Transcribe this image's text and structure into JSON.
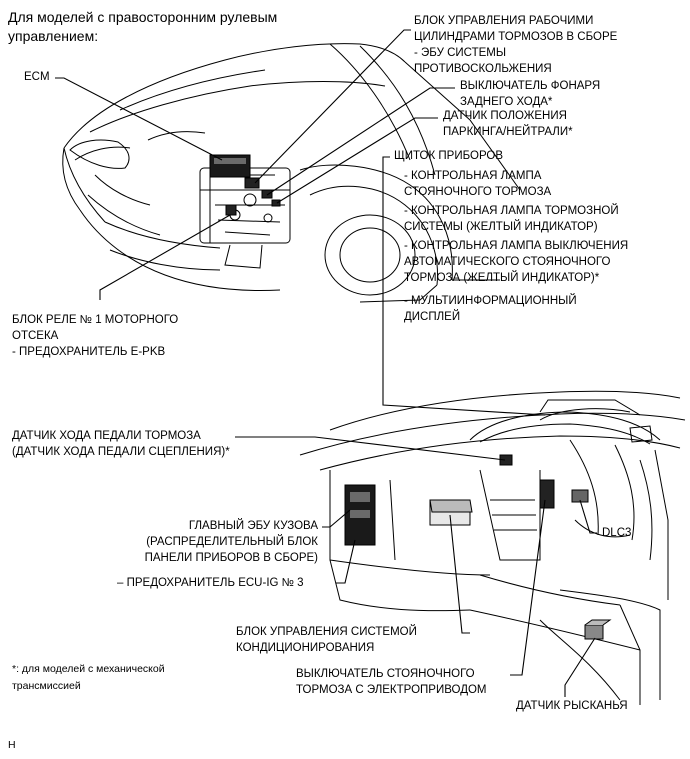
{
  "header": {
    "line1": "Для моделей с правосторонним рулевым",
    "line2": "управлением:"
  },
  "labels": {
    "ecm": "ECM",
    "brake_actuator": [
      "БЛОК УПРАВЛЕНИЯ РАБОЧИМИ",
      "ЦИЛИНДРАМИ ТОРМОЗОВ В СБОРЕ",
      "- ЭБУ СИСТЕМЫ",
      "ПРОТИВОСКОЛЬЖЕНИЯ"
    ],
    "backup_light_switch": [
      "ВЫКЛЮЧАТЕЛЬ ФОНАРЯ",
      "ЗАДНЕГО ХОДА*"
    ],
    "park_neutral_sensor": [
      "ДАТЧИК ПОЛОЖЕНИЯ",
      "ПАРКИНГА/НЕЙТРАЛИ*"
    ],
    "combination_meter": [
      "ЩИТОК ПРИБОРОВ",
      "- КОНТРОЛЬНАЯ ЛАМПА",
      "СТОЯНОЧНОГО ТОРМОЗА",
      "- КОНТРОЛЬНАЯ ЛАМПА ТОРМОЗНОЙ",
      "СИСТЕМЫ (ЖЕЛТЫЙ ИНДИКАТОР)",
      "- КОНТРОЛЬНАЯ ЛАМПА ВЫКЛЮЧЕНИЯ",
      "АВТОМАТИЧЕСКОГО СТОЯНОЧНОГО",
      "ТОРМОЗА (ЖЕЛТЫЙ ИНДИКАТОР)*",
      "- МУЛЬТИИНФОРМАЦИОННЫЙ",
      "ДИСПЛЕЙ"
    ],
    "engine_relay_block": [
      "БЛОК РЕЛЕ № 1 МОТОРНОГО",
      "ОТСЕКА",
      "- ПРЕДОХРАНИТЕЛЬ E-PKB"
    ],
    "stop_light_switch": [
      "ДАТЧИК ХОДА ПЕДАЛИ ТОРМОЗА",
      "(ДАТЧИК ХОДА ПЕДАЛИ СЦЕПЛЕНИЯ)*"
    ],
    "main_body_ecu": [
      "ГЛАВНЫЙ ЭБУ КУЗОВА",
      "(РАСПРЕДЕЛИТЕЛЬНЫЙ БЛОК",
      "ПАНЕЛИ ПРИБОРОВ В СБОРЕ)"
    ],
    "ecu_ig_fuse": "– ПРЕДОХРАНИТЕЛЬ ECU-IG № 3",
    "dlc3": "DLC3",
    "ac_amplifier": [
      "БЛОК УПРАВЛЕНИЯ СИСТЕМОЙ",
      "КОНДИЦИОНИРОВАНИЯ"
    ],
    "epb_switch": [
      "ВЫКЛЮЧАТЕЛЬ СТОЯНОЧНОГО",
      "ТОРМОЗА С ЭЛЕКТРОПРИВОДОМ"
    ],
    "yaw_sensor": "ДАТЧИК РЫСКАНЬЯ",
    "footnote": [
      "*: для моделей с механической",
      "трансмиссией"
    ],
    "corner": "H"
  }
}
